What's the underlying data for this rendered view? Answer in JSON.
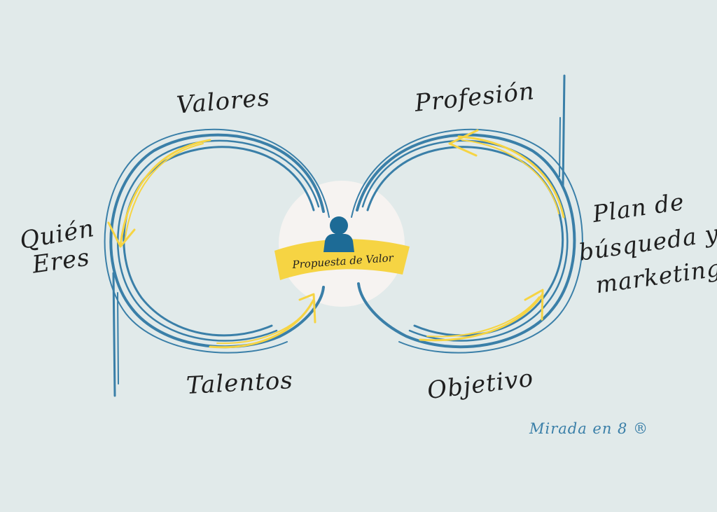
{
  "colors": {
    "background": "#e1eaea",
    "loop_blue": "#3a7fa8",
    "accent_yellow": "#f6d443",
    "person_blue": "#1d6b96",
    "center_glow": "#f6f3f1"
  },
  "diagram": {
    "center_label": "Propuesta de Valor",
    "center_icon": "person-icon",
    "left_loop": {
      "top": "Valores",
      "left_line1": "Quién",
      "left_line2": "Eres",
      "bottom": "Talentos"
    },
    "right_loop": {
      "top": "Profesión",
      "right_line1": "Plan de",
      "right_line2": "búsqueda y",
      "right_line3": "marketing",
      "bottom": "Objetivo"
    }
  },
  "footer": {
    "brand": "Mirada en 8 ®"
  }
}
